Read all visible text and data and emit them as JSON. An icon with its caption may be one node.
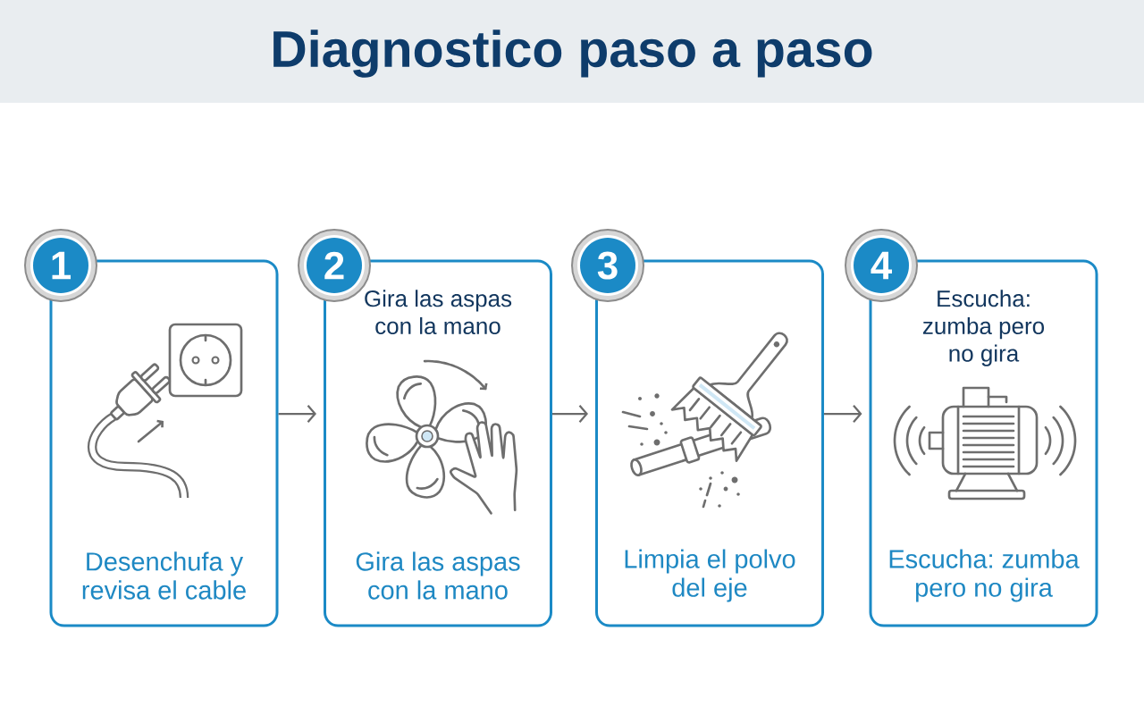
{
  "diagram": {
    "title": "Diagnostico paso a paso",
    "nodes": [
      {
        "text": [
          "1"
        ]
      },
      {
        "text": [
          "Desenchufa y revisa el cable"
        ]
      },
      {
        "text": [
          "2"
        ]
      },
      {
        "text": [
          "Gira las aspas con la mano",
          "Gira las aspas con la mano"
        ]
      },
      {
        "text": [
          "3"
        ]
      },
      {
        "text": [
          "Limpia el polvo del eje"
        ]
      },
      {
        "text": [
          "4"
        ]
      },
      {
        "text": [
          "Escucha: zumba pero no gira",
          "Escucha: zumba pero no gira"
        ]
      }
    ],
    "edges": [
      {
        "from": 1,
        "to": 3,
        "arrow": "to"
      },
      {
        "from": 3,
        "to": 5,
        "arrow": "to"
      },
      {
        "from": 5,
        "to": 7,
        "arrow": "to"
      }
    ]
  }
}
